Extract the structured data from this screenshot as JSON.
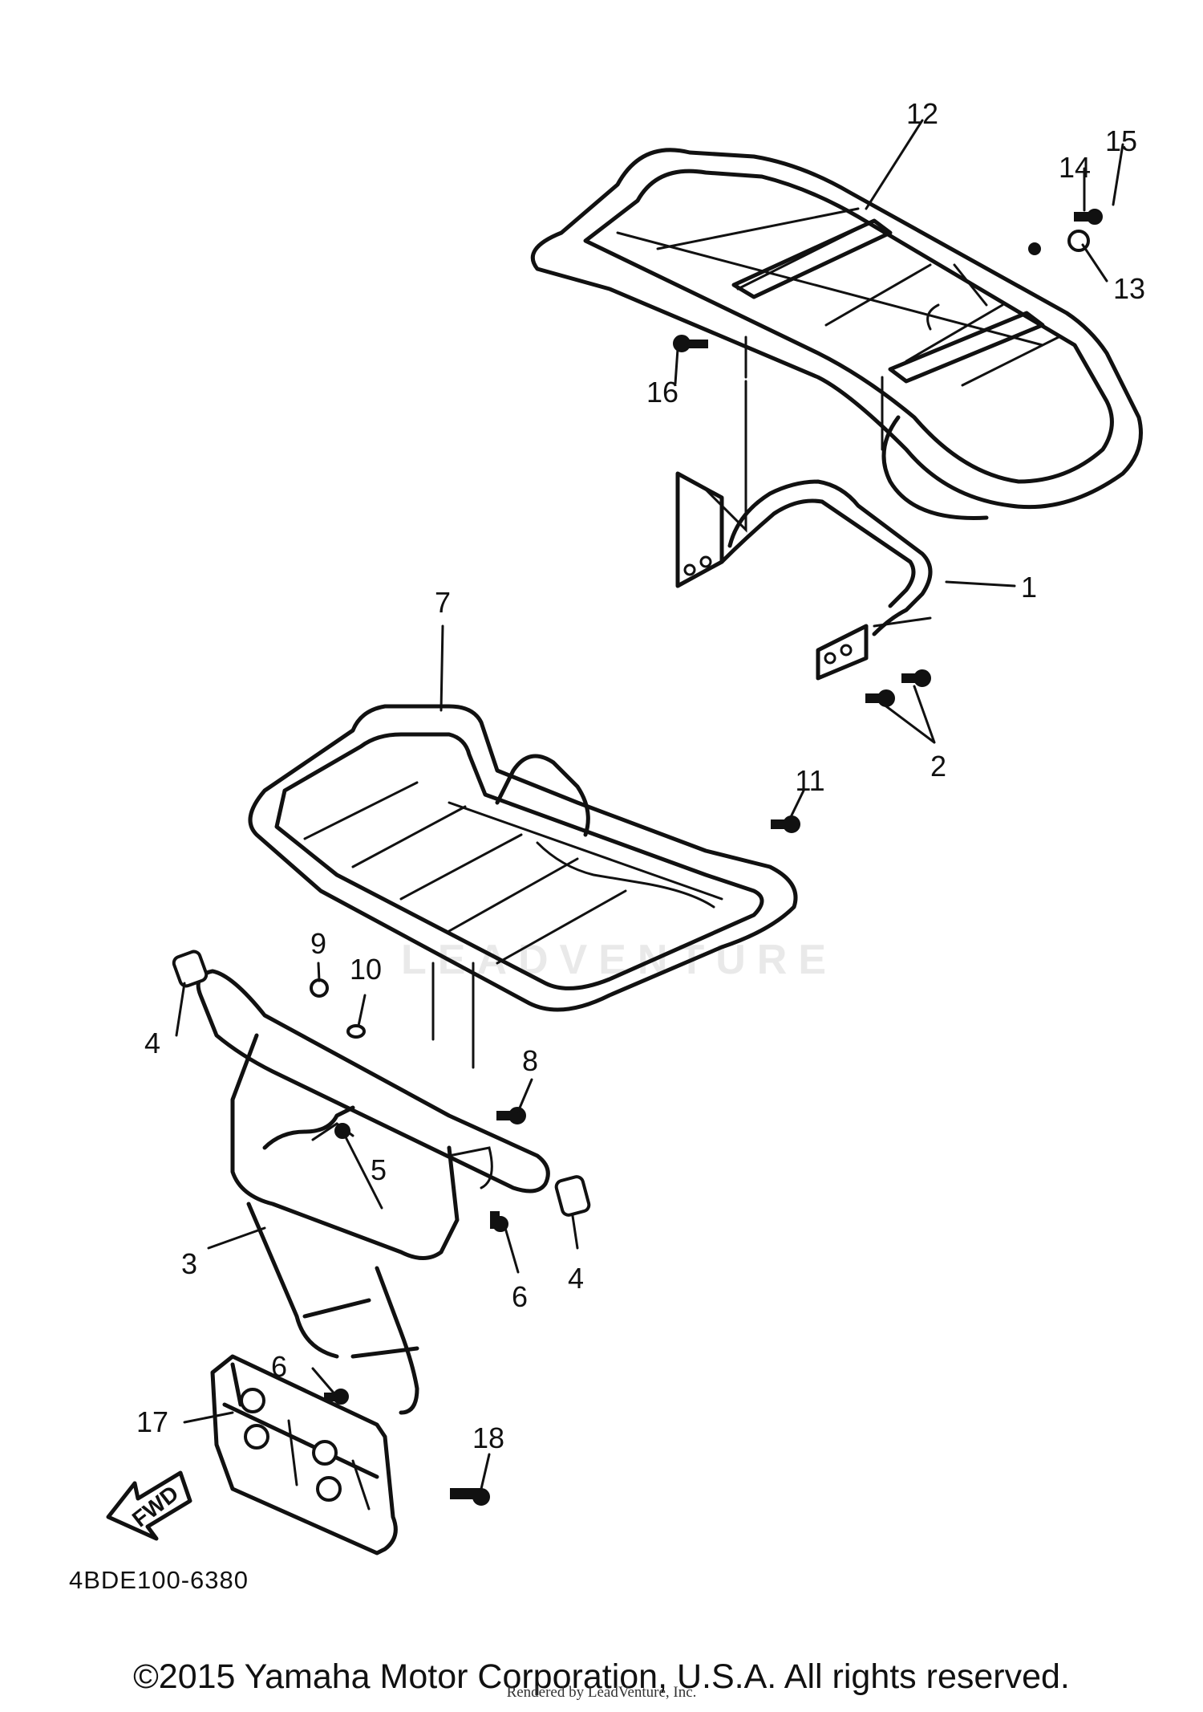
{
  "diagram": {
    "callouts": [
      {
        "id": "1",
        "text": "1"
      },
      {
        "id": "2",
        "text": "2"
      },
      {
        "id": "3",
        "text": "3"
      },
      {
        "id": "4a",
        "text": "4"
      },
      {
        "id": "4b",
        "text": "4"
      },
      {
        "id": "5",
        "text": "5"
      },
      {
        "id": "6a",
        "text": "6"
      },
      {
        "id": "6b",
        "text": "6"
      },
      {
        "id": "7",
        "text": "7"
      },
      {
        "id": "8",
        "text": "8"
      },
      {
        "id": "9",
        "text": "9"
      },
      {
        "id": "10",
        "text": "10"
      },
      {
        "id": "11",
        "text": "11"
      },
      {
        "id": "12",
        "text": "12"
      },
      {
        "id": "13",
        "text": "13"
      },
      {
        "id": "14",
        "text": "14"
      },
      {
        "id": "15",
        "text": "15"
      },
      {
        "id": "16",
        "text": "16"
      },
      {
        "id": "17",
        "text": "17"
      },
      {
        "id": "18",
        "text": "18"
      }
    ],
    "fwd_label": "FWD",
    "diagram_code": "4BDE100-6380",
    "watermark": "LEADVENTURE"
  },
  "footer": {
    "copyright": "©2015 Yamaha Motor Corporation, U.S.A. All rights reserved.",
    "render_credit": "Rendered by LeadVenture, Inc."
  }
}
